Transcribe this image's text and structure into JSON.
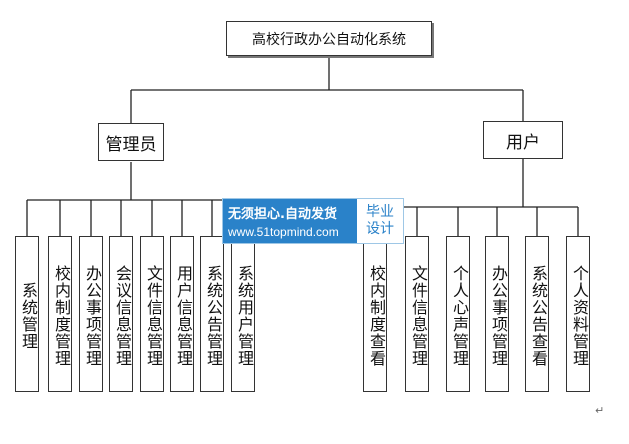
{
  "root": {
    "label": "高校行政办公自动化系统"
  },
  "branches": [
    {
      "label": "管理员",
      "children": [
        "系统管理",
        "校内制度管理",
        "办公事项管理",
        "会议信息管理",
        "文件信息管理",
        "用户信息管理",
        "系统公告管理",
        "系统用户管理"
      ]
    },
    {
      "label": "用户",
      "children": [
        "校内制度查看",
        "文件信息管理",
        "个人心声管理",
        "办公事项管理",
        "系统公告查看",
        "个人资料管理"
      ]
    }
  ],
  "watermark": {
    "line1": "无须担心.自动发货",
    "line2": "www.51topmind.com",
    "badge": [
      "毕业",
      "设计"
    ]
  },
  "return_mark": "↵"
}
